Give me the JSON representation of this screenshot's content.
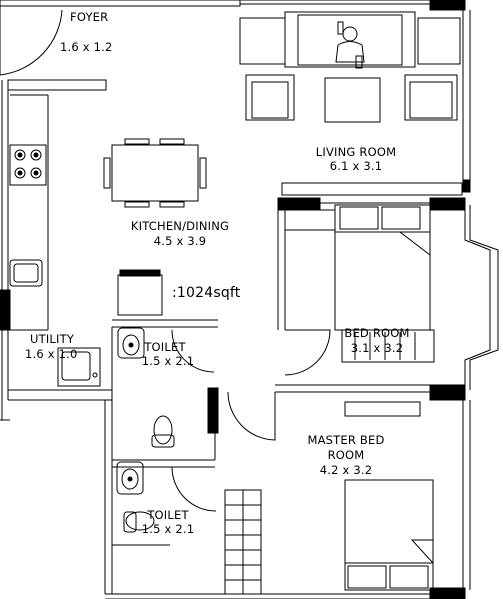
{
  "rooms": {
    "foyer": {
      "name": "FOYER",
      "size": "1.6 x 1.2"
    },
    "living": {
      "name": "LIVING ROOM",
      "size": "6.1 x 3.1"
    },
    "kitchen": {
      "name": "KITCHEN/DINING",
      "size": "4.5 x 3.9"
    },
    "bed": {
      "name": "BED ROOM",
      "size": "3.1 x 3.2"
    },
    "utility": {
      "name": "UTILITY",
      "size": "1.6 x 1.0"
    },
    "toilet1": {
      "name": "TOILET",
      "size": "1.5 x 2.1"
    },
    "master": {
      "name_line1": "MASTER BED",
      "name_line2": "ROOM",
      "size": "4.2 x 3.2"
    },
    "toilet2": {
      "name": "TOILET",
      "size": "1.5 x 2.1"
    }
  },
  "total_area": ":1024sqft"
}
